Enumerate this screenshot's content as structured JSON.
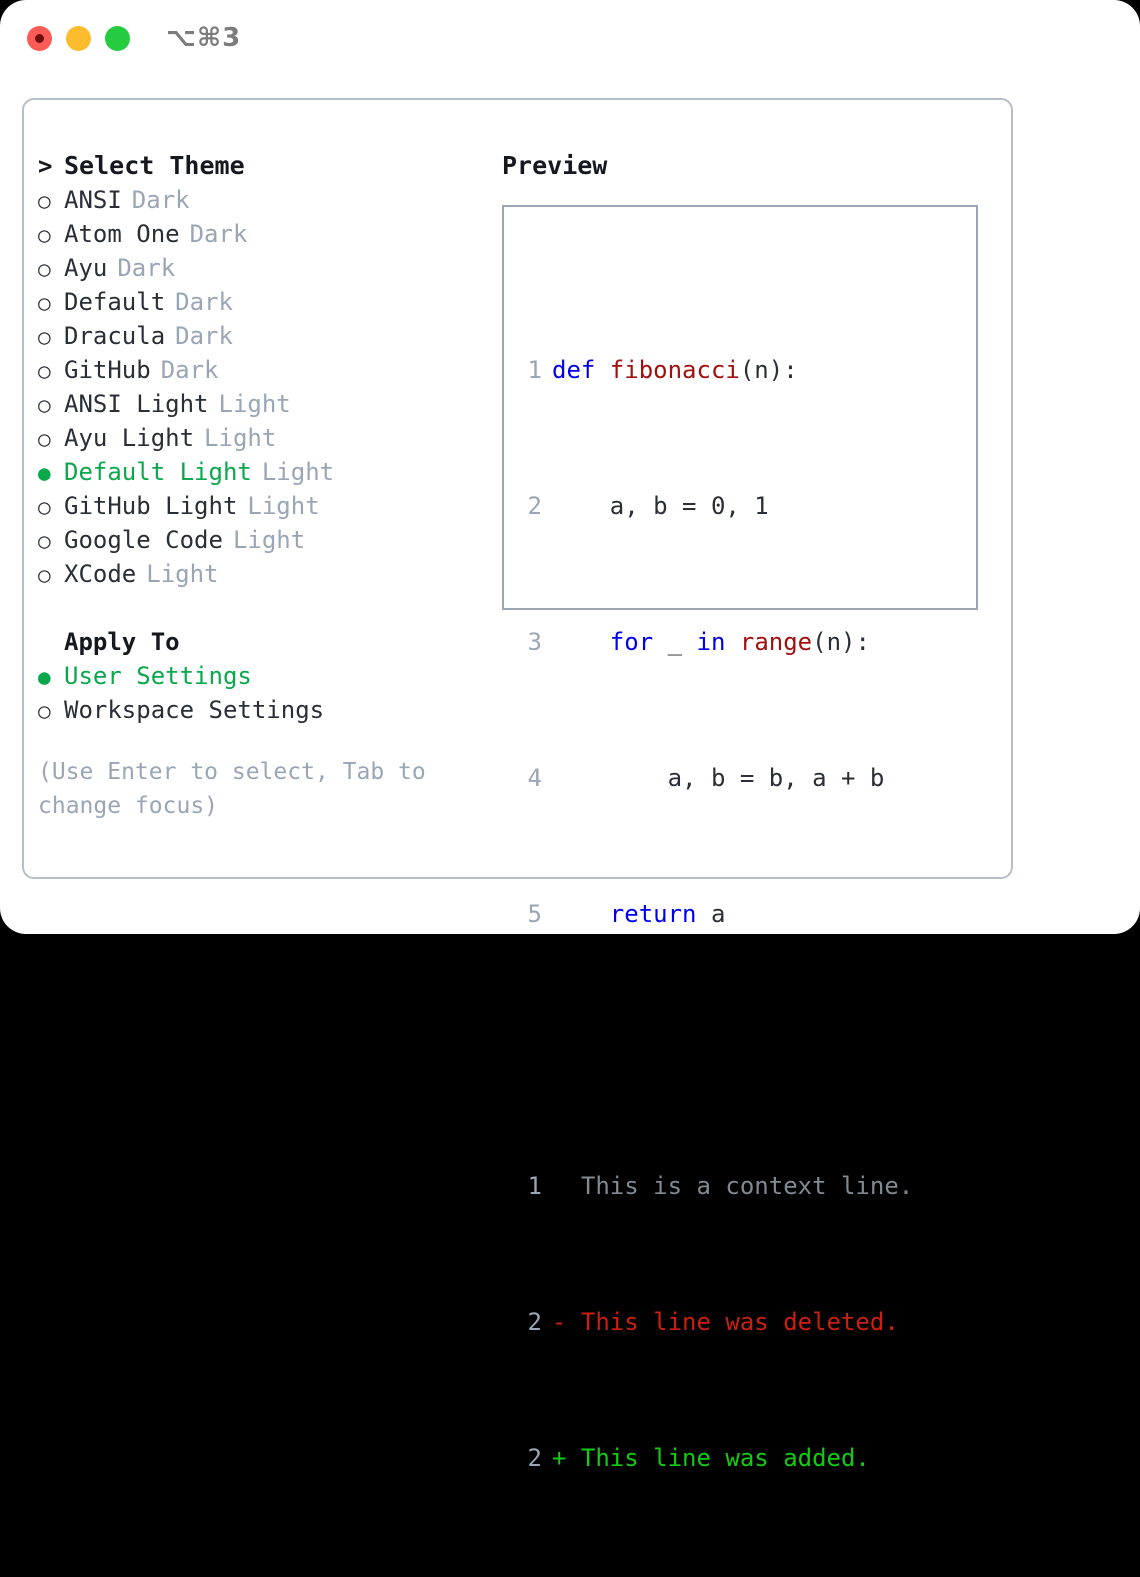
{
  "window": {
    "title": "⌥⌘3",
    "traffic_lights": [
      {
        "name": "close",
        "color": "#fc5b56"
      },
      {
        "name": "minimize",
        "color": "#fdbc2e"
      },
      {
        "name": "maximize",
        "color": "#25cc3f"
      }
    ]
  },
  "theme_picker": {
    "heading_marker": ">",
    "heading": "Select Theme",
    "marker_unselected": "○",
    "marker_selected": "●",
    "items": [
      {
        "label": "ANSI",
        "tag": "Dark",
        "selected": false
      },
      {
        "label": "Atom One",
        "tag": "Dark",
        "selected": false
      },
      {
        "label": "Ayu",
        "tag": "Dark",
        "selected": false
      },
      {
        "label": "Default",
        "tag": "Dark",
        "selected": false
      },
      {
        "label": "Dracula",
        "tag": "Dark",
        "selected": false
      },
      {
        "label": "GitHub",
        "tag": "Dark",
        "selected": false
      },
      {
        "label": "ANSI Light",
        "tag": "Light",
        "selected": false
      },
      {
        "label": "Ayu Light",
        "tag": "Light",
        "selected": false
      },
      {
        "label": "Default Light",
        "tag": "Light",
        "selected": true
      },
      {
        "label": "GitHub Light",
        "tag": "Light",
        "selected": false
      },
      {
        "label": "Google Code",
        "tag": "Light",
        "selected": false
      },
      {
        "label": "XCode",
        "tag": "Light",
        "selected": false
      }
    ]
  },
  "apply_to": {
    "section_label": "Apply To",
    "options": [
      {
        "label": "User Settings",
        "selected": true
      },
      {
        "label": "Workspace Settings",
        "selected": false
      }
    ]
  },
  "hint": "(Use Enter to select, Tab to change focus)",
  "preview": {
    "title": "Preview",
    "code_lines": [
      {
        "no": "1",
        "tokens": [
          {
            "t": "def ",
            "k": "kw"
          },
          {
            "t": "fibonacci",
            "k": "fn"
          },
          {
            "t": "(n):",
            "k": "pl"
          }
        ]
      },
      {
        "no": "2",
        "tokens": [
          {
            "t": "    a, b = 0, 1",
            "k": "pl"
          }
        ]
      },
      {
        "no": "3",
        "tokens": [
          {
            "t": "    ",
            "k": "pl"
          },
          {
            "t": "for",
            "k": "kw"
          },
          {
            "t": " _ ",
            "k": "pl"
          },
          {
            "t": "in",
            "k": "kw"
          },
          {
            "t": " ",
            "k": "pl"
          },
          {
            "t": "range",
            "k": "fn"
          },
          {
            "t": "(n):",
            "k": "pl"
          }
        ]
      },
      {
        "no": "4",
        "tokens": [
          {
            "t": "        a, b = b, a + b",
            "k": "pl"
          }
        ]
      },
      {
        "no": "5",
        "tokens": [
          {
            "t": "    ",
            "k": "pl"
          },
          {
            "t": "return",
            "k": "kw"
          },
          {
            "t": " a",
            "k": "pl"
          }
        ]
      }
    ],
    "diff_lines": [
      {
        "no": "1",
        "text": "  This is a context line.",
        "kind": "ctx"
      },
      {
        "no": "2",
        "text": "- This line was deleted.",
        "kind": "del"
      },
      {
        "no": "2",
        "text": "+ This line was added.",
        "kind": "add"
      }
    ]
  },
  "colors": {
    "accent_green": "#0aa84c",
    "diff_add": "#12cc12",
    "diff_del": "#cc1f12",
    "keyword_blue": "#0000ee",
    "function_red": "#a01010",
    "muted": "#9aa5b5",
    "text": "#2a2e37",
    "border": "#b6bec9"
  }
}
